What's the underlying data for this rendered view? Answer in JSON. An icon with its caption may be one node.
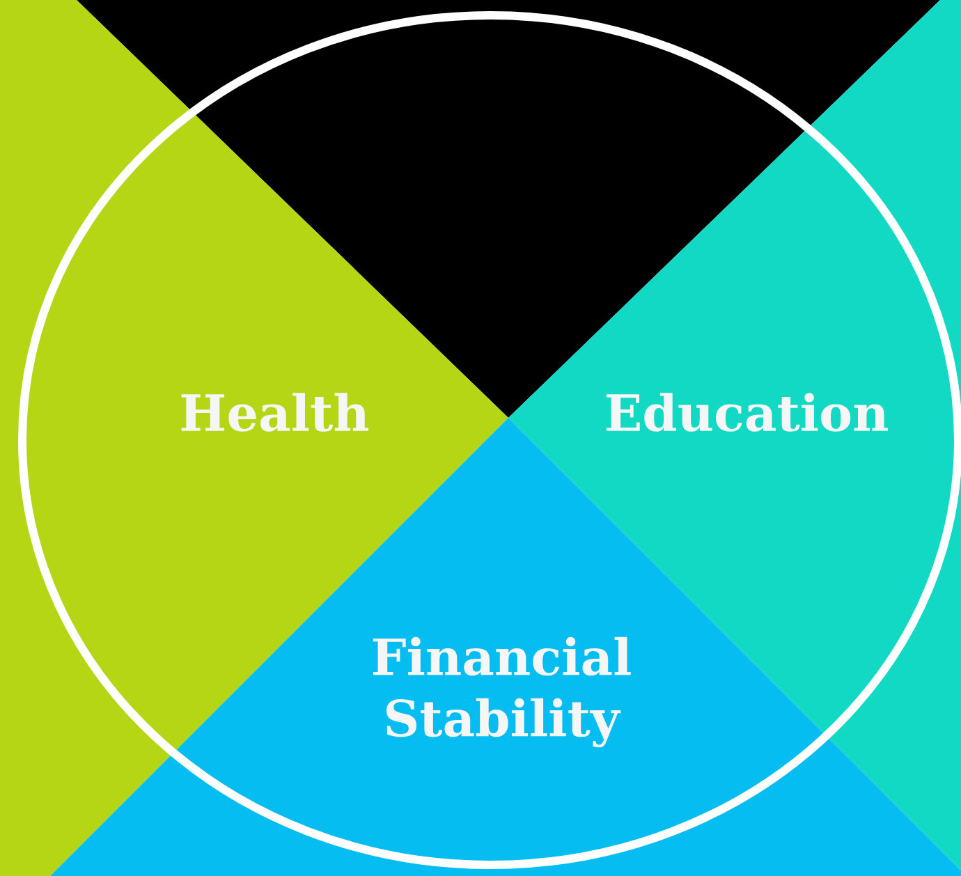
{
  "diagram": {
    "nodes": [
      {
        "text": [],
        "shape": "triangle"
      },
      {
        "text": [
          "Health"
        ]
      },
      {
        "text": [
          "Education"
        ]
      },
      {
        "text": [
          "Financial Stability"
        ]
      }
    ]
  }
}
